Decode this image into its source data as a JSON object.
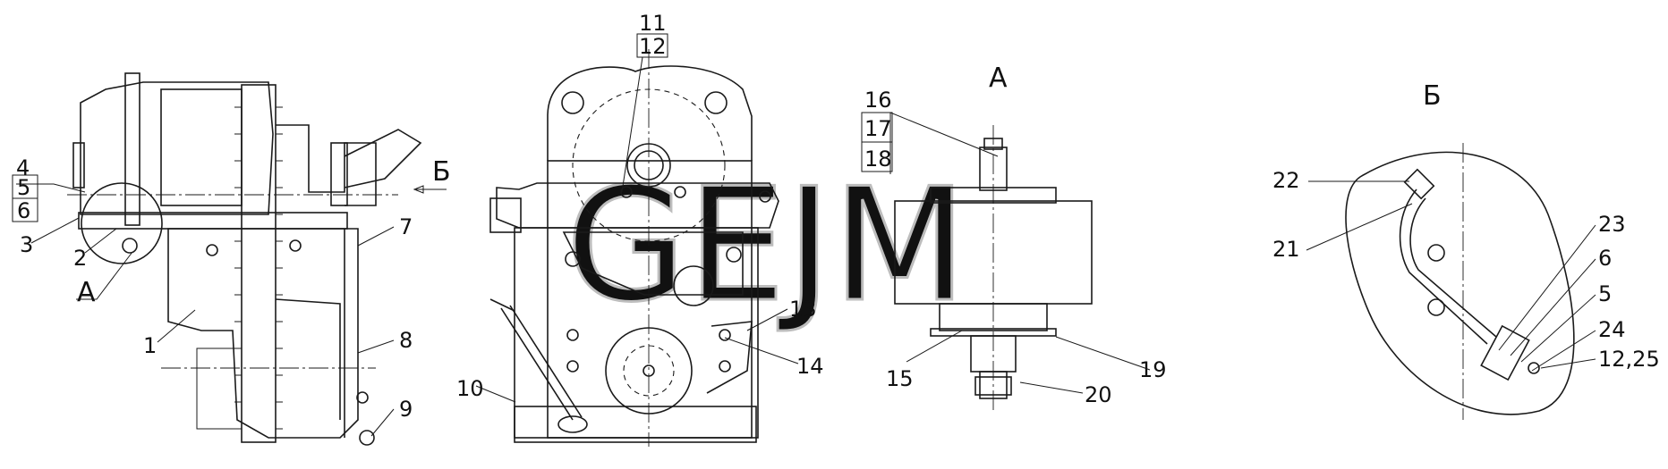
{
  "view_titles": {
    "a": "А",
    "b": "Б"
  },
  "watermark": "GEJM",
  "callouts": {
    "c1": "1",
    "c2": "2",
    "c3": "3",
    "c4": "4",
    "c5": "5",
    "c6": "6",
    "c7": "7",
    "c8": "8",
    "c9": "9",
    "c10": "10",
    "c11": "11",
    "c12": "12",
    "c13": "13",
    "c14": "14",
    "c15": "15",
    "c16": "16",
    "c17": "17",
    "c18": "18",
    "c19": "19",
    "c20": "20",
    "c21": "21",
    "c22": "22",
    "c23": "23",
    "c24": "24",
    "c25": "12,25",
    "c6b": "6",
    "c5b": "5"
  },
  "side_marks": {
    "section_a": "А",
    "view_b_arrow": "Б"
  }
}
